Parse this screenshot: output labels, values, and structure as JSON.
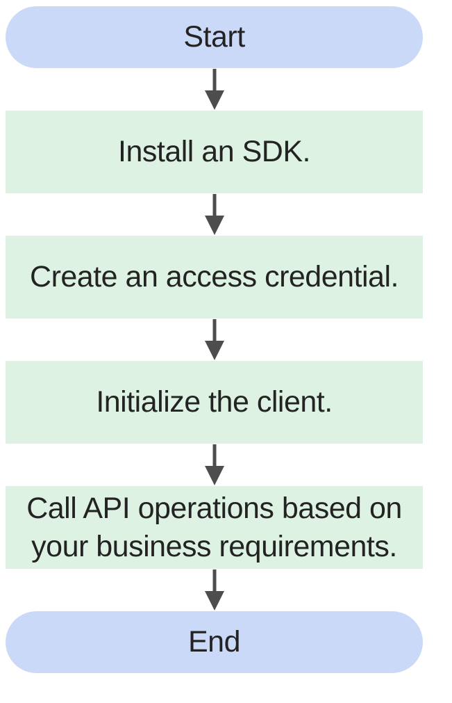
{
  "flow": {
    "type": "flowchart",
    "direction": "top-down",
    "nodes": [
      {
        "id": "start",
        "shape": "terminator",
        "label": "Start"
      },
      {
        "id": "install-sdk",
        "shape": "process",
        "label": "Install an SDK."
      },
      {
        "id": "create-credential",
        "shape": "process",
        "label": "Create an access credential."
      },
      {
        "id": "initialize-client",
        "shape": "process",
        "label": "Initialize the client."
      },
      {
        "id": "call-api",
        "shape": "process",
        "label": "Call API operations based on\nyour business requirements."
      },
      {
        "id": "end",
        "shape": "terminator",
        "label": "End"
      }
    ],
    "edges": [
      {
        "from": "start",
        "to": "install-sdk"
      },
      {
        "from": "install-sdk",
        "to": "create-credential"
      },
      {
        "from": "create-credential",
        "to": "initialize-client"
      },
      {
        "from": "initialize-client",
        "to": "call-api"
      },
      {
        "from": "call-api",
        "to": "end"
      }
    ],
    "colors": {
      "terminator_fill": "#cbd9f8",
      "process_fill": "#ddf2e2",
      "arrow_color": "#4d4d4d",
      "text_color": "#232323"
    }
  }
}
